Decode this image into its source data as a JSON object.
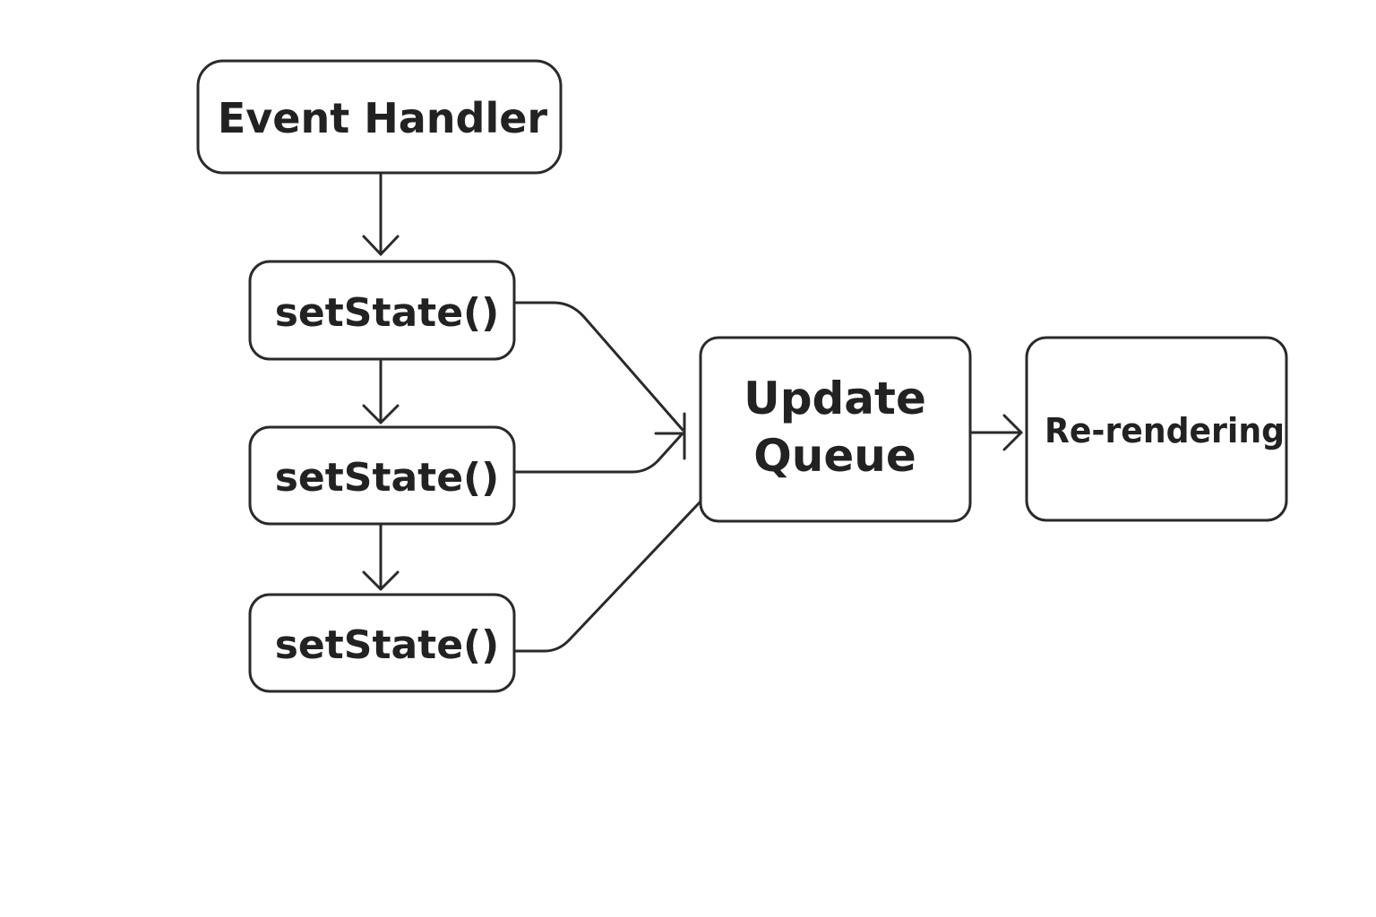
{
  "diagram": {
    "nodes": {
      "event_handler": "Event Handler",
      "set_state_1": "setState()",
      "set_state_2": "setState()",
      "set_state_3": "setState()",
      "update_queue_line1": "Update",
      "update_queue_line2": "Queue",
      "re_rendering": "Re-rendering"
    }
  },
  "colors": {
    "stroke": "#2a2a2a",
    "text": "#222222",
    "background": "#ffffff"
  }
}
